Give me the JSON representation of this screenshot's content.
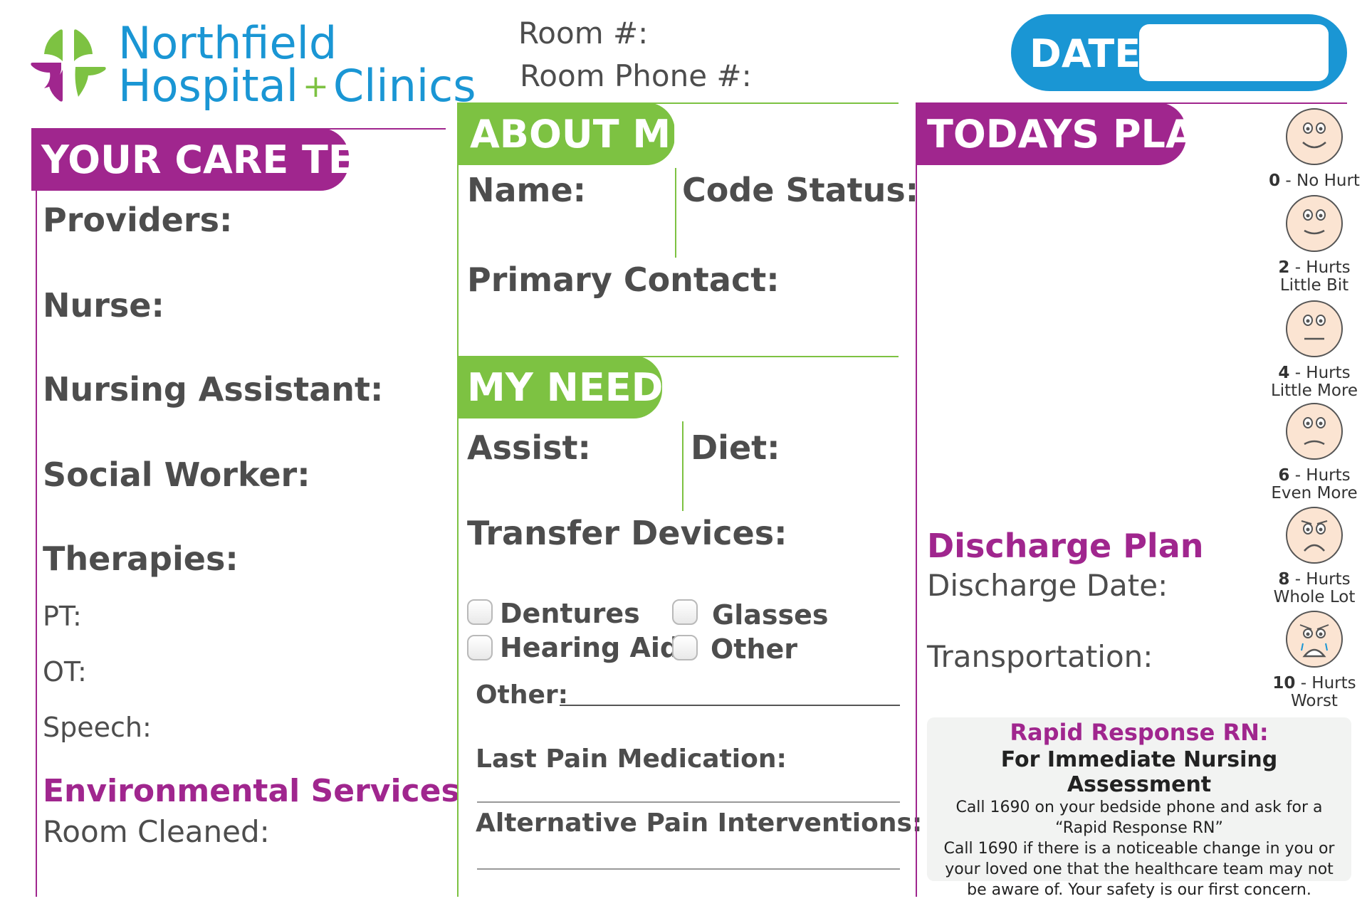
{
  "brand": {
    "line1": "Northfield",
    "line2_a": "Hospital",
    "plus": "+",
    "line2_b": "Clinics",
    "colors": {
      "blue": "#1a96d4",
      "green": "#7dc242",
      "purple": "#a0268e"
    }
  },
  "room": {
    "number_label": "Room #:",
    "phone_label": "Room Phone #:"
  },
  "date": {
    "label": "DATE:",
    "value": ""
  },
  "care_team": {
    "title": "YOUR CARE TEAM",
    "providers": "Providers:",
    "nurse": "Nurse:",
    "nursing_assistant": "Nursing Assistant:",
    "social_worker": "Social Worker:",
    "therapies": "Therapies:",
    "pt": "PT:",
    "ot": "OT:",
    "speech": "Speech:",
    "env_title": "Environmental Services",
    "room_cleaned": "Room Cleaned:"
  },
  "about_me": {
    "title": "ABOUT ME",
    "name": "Name:",
    "code_status": "Code Status:",
    "primary_contact": "Primary Contact:"
  },
  "my_needs": {
    "title": "MY NEEDS",
    "assist": "Assist:",
    "diet": "Diet:",
    "transfer_devices": "Transfer Devices:",
    "checkboxes": [
      {
        "label": "Dentures",
        "checked": false
      },
      {
        "label": "Glasses",
        "checked": false
      },
      {
        "label": "Hearing Aids",
        "checked": false
      },
      {
        "label": "Other",
        "checked": false
      }
    ],
    "other": "Other:",
    "last_pain_med": "Last Pain Medication:",
    "alt_pain": "Alternative Pain Interventions:"
  },
  "todays_plan": {
    "title": "TODAYS PLAN",
    "discharge_title": "Discharge Plan",
    "discharge_date": "Discharge Date:",
    "transportation": "Transportation:"
  },
  "pain_scale": [
    {
      "num": "0",
      "text1": "- No Hurt",
      "text2": "",
      "icon": "face-no-hurt-icon"
    },
    {
      "num": "2",
      "text1": "- Hurts",
      "text2": "Little Bit",
      "icon": "face-hurts-little-bit-icon"
    },
    {
      "num": "4",
      "text1": "- Hurts",
      "text2": "Little More",
      "icon": "face-hurts-little-more-icon"
    },
    {
      "num": "6",
      "text1": "- Hurts",
      "text2": "Even More",
      "icon": "face-hurts-even-more-icon"
    },
    {
      "num": "8",
      "text1": "- Hurts",
      "text2": "Whole Lot",
      "icon": "face-hurts-whole-lot-icon"
    },
    {
      "num": "10",
      "text1": "- Hurts",
      "text2": "Worst",
      "icon": "face-hurts-worst-icon"
    }
  ],
  "rapid_response": {
    "title": "Rapid Response RN:",
    "subtitle": "For Immediate Nursing Assessment",
    "line1": "Call 1690 on your bedside phone and ask for a",
    "line2": "“Rapid Response RN”",
    "line3": "Call 1690 if there is a noticeable change in you or",
    "line4": "your loved one that the healthcare team may not",
    "line5": "be aware of. Your safety is our first concern."
  }
}
